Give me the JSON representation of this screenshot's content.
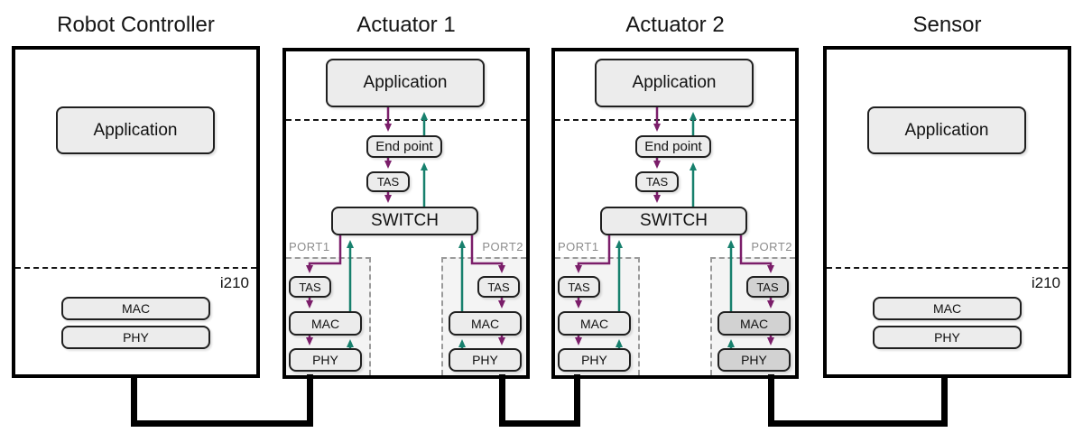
{
  "colors": {
    "flow_down": "#7b1e6a",
    "flow_up": "#17806d",
    "box_fill": "#ececec",
    "box_fill_highlight": "#d2d2d2"
  },
  "devices": {
    "robot_controller": {
      "title": "Robot Controller",
      "application": "Application",
      "nic": "i210",
      "mac": "MAC",
      "phy": "PHY"
    },
    "actuator1": {
      "title": "Actuator 1",
      "application": "Application",
      "end_point": "End point",
      "tas": "TAS",
      "switch": "SWITCH",
      "port1": {
        "label": "PORT1",
        "tas": "TAS",
        "mac": "MAC",
        "phy": "PHY"
      },
      "port2": {
        "label": "PORT2",
        "tas": "TAS",
        "mac": "MAC",
        "phy": "PHY"
      }
    },
    "actuator2": {
      "title": "Actuator 2",
      "application": "Application",
      "end_point": "End point",
      "tas": "TAS",
      "switch": "SWITCH",
      "port1": {
        "label": "PORT1",
        "tas": "TAS",
        "mac": "MAC",
        "phy": "PHY"
      },
      "port2": {
        "label": "PORT2",
        "tas": "TAS",
        "mac": "MAC",
        "phy": "PHY"
      }
    },
    "sensor": {
      "title": "Sensor",
      "application": "Application",
      "nic": "i210",
      "mac": "MAC",
      "phy": "PHY"
    }
  }
}
